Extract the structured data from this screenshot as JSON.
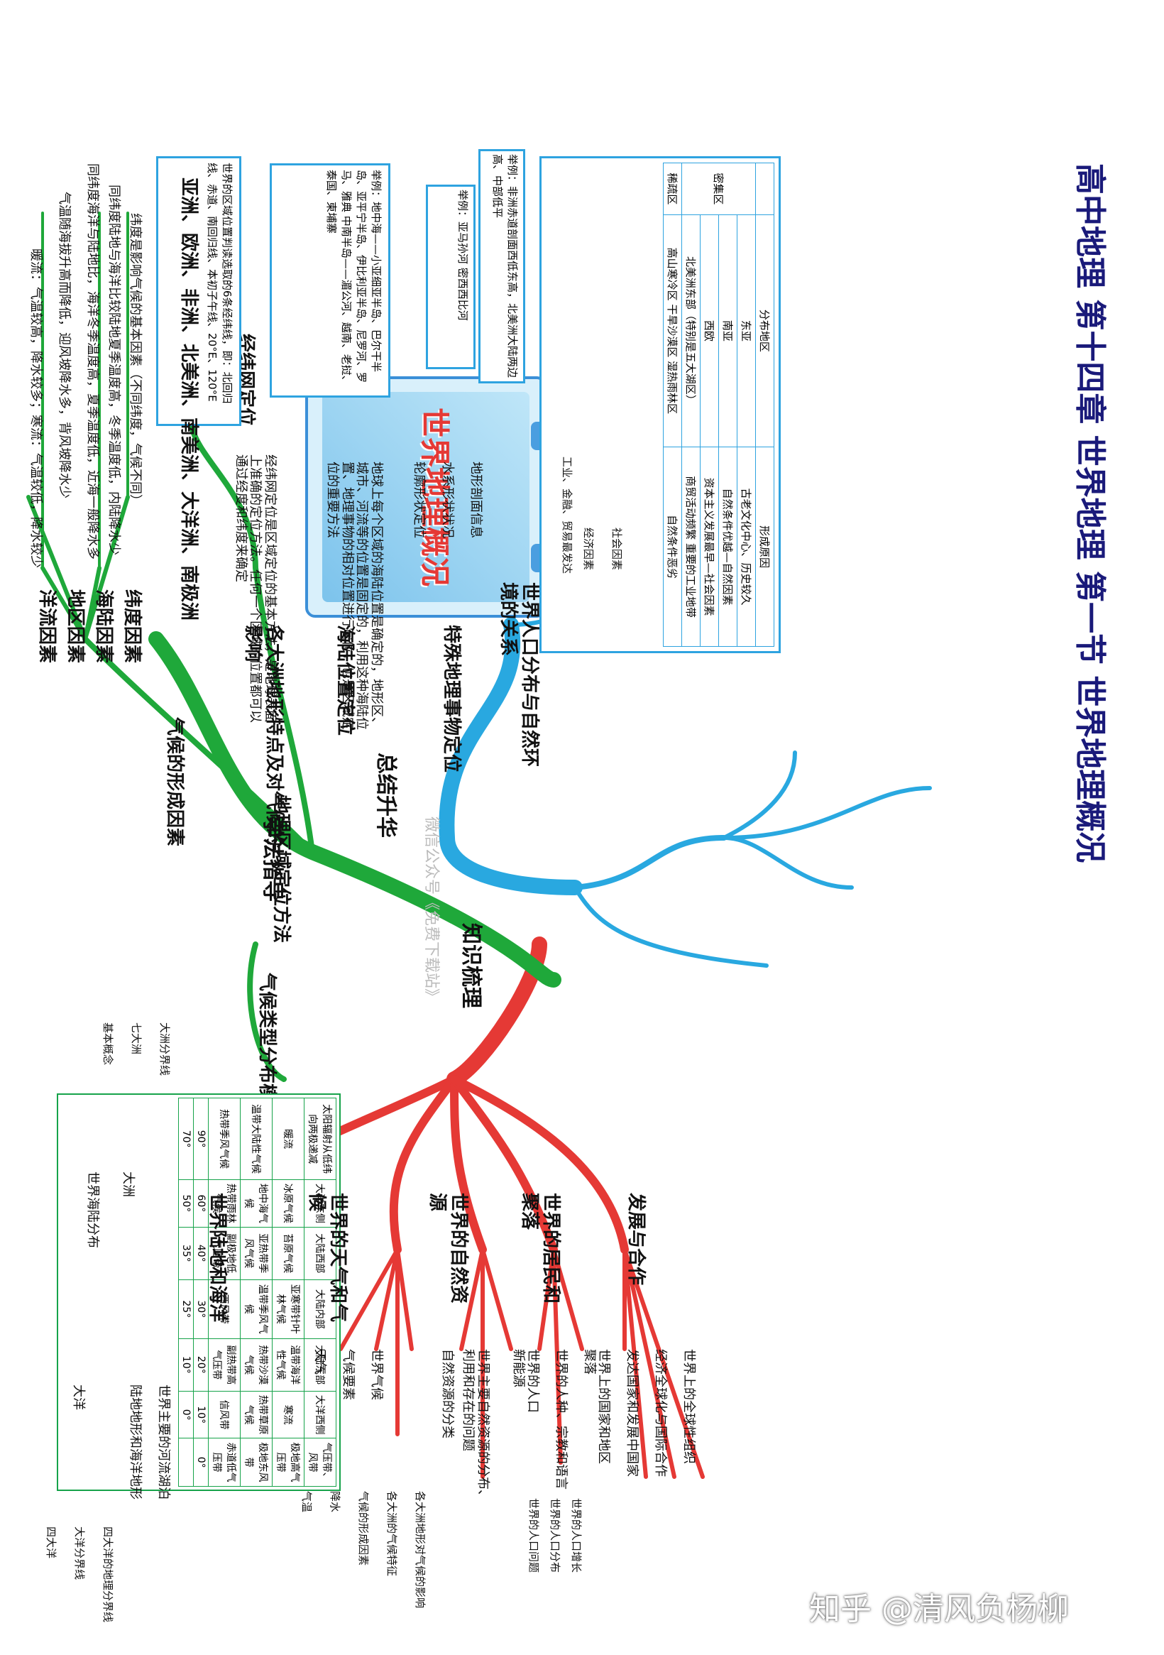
{
  "title": {
    "main": "高中地理 第十四章 世界地理 第一节 世界地理概况"
  },
  "center": {
    "label": "世界地理概况"
  },
  "branches": {
    "summary": "总结升华",
    "knowledge": "知识梳理",
    "method": "学法指导"
  },
  "summary": {
    "geo_method": "地理区域定位方法",
    "grid": "经纬网定位",
    "grid_note": "世界的区域位置判读选取的6条经纬线，即：北回归线、赤道、南回归线、本初子午线、20°E、120°E",
    "grid_desc": "经纬网定位是区域定位的基本方法，是地球表面上准确的定位方法。任何一个区域的位置都可以通过经度和纬度来确定",
    "sea_land": "海陆位置定位",
    "sea_land_example": "举例：地中海——小亚细亚半岛、巴尔干半岛、亚平宁半岛、伊比利亚半岛、尼罗河、罗马、雅典 中南半岛——湄公河、越南、老挝、泰国、柬埔寨",
    "sea_land_desc": "地球上每个区域的海陆位置是确定的，地形区、城市、河流等的位置是固定的，利用这种海陆位置、地理事物的相对位置进行定位，也是区域定位的重要方法",
    "feature": "特殊地理事物定位",
    "feature_items": [
      "轮廓形状定位",
      "水系形状状况",
      "地形剖面信息"
    ],
    "feature_ex1": "举例：亚马孙河 密西西比河",
    "feature_ex2": "举例：非洲赤道剖面西低东高，北美洲大陆两边高、中部低平",
    "population": "世界人口分布与自然环境的关系"
  },
  "population_table": {
    "header": [
      "分布地区",
      "形成原因"
    ],
    "dense_label": "密集区",
    "sparse_label": "稀疏区",
    "rows": [
      {
        "region": "东亚",
        "reason": "古老文化中心、历史较久"
      },
      {
        "region": "南亚",
        "reason": "自然条件优越—自然因素"
      },
      {
        "region": "西欧",
        "reason": "资本主义发展最早—社会因素"
      },
      {
        "region": "北美洲东部（特别是五大湖区）",
        "reason": "商贸活动频繁 重要的工业地带"
      },
      {
        "region": "高山寒冷区 干旱沙漠区 湿热雨林区",
        "reason": "自然条件恶劣"
      }
    ],
    "social": "社会因素",
    "economic": "经济因素",
    "industry": "工业、金融、贸易最发达"
  },
  "method": {
    "continent": "各大洲地形特点及对气候的影响",
    "continents": "亚洲、欧洲、非洲、北美洲、南美洲、大洋洲、南极洲",
    "climate": "气候的形成因素",
    "factors": [
      "纬度因素",
      "海陆因素",
      "地区因素",
      "洋流因素"
    ],
    "factor_notes": [
      "纬度是影响气候的基本因素（不同纬度，气候不同）",
      "同纬度陆地与海洋比较陆地夏季温度高，冬季温度低，内陆降水少",
      "同纬度海洋与陆地比，海洋冬季温度高，夏季温度低，近海一般降水多",
      "气温随海拔升高而降低，迎风坡降水多，背风坡降水少",
      "暖流：气温较高，降水较多；寒流：气温较低，降水较少"
    ],
    "pattern": "气候类型分布模式图"
  },
  "climate_table": {
    "header": [
      "大洋东侧",
      "大陆西部",
      "大陆内部",
      "大陆东部",
      "大洋西侧",
      "气压带、风带"
    ],
    "left_label": "太阳辐射从低纬向两极递减",
    "lat_left": [
      "90°",
      "60°",
      "40°",
      "30°",
      "20°",
      "10°",
      "0°"
    ],
    "lat_right": [
      "70°",
      "50°",
      "35°",
      "25°",
      "10°",
      "0°"
    ],
    "warm": "暖流",
    "cold": "寒流",
    "zones": [
      "冰原气候",
      "苔原气候",
      "亚寒带针叶林气候",
      "温带海洋性气候",
      "温带大陆性气候",
      "地中海气候",
      "亚热带季风气候",
      "温带季风气候",
      "热带沙漠气候",
      "热带草原气候",
      "热带季风气候",
      "热带雨林气候"
    ],
    "belts": [
      "极地高气压带",
      "极地东风带",
      "副极地低气压带",
      "西风带",
      "副热带高气压带",
      "信风带",
      "赤道低气压带"
    ]
  },
  "knowledge": {
    "sea_land": "世界陆地和海洋",
    "sea_land_items": [
      "世界海陆分布",
      "大洲",
      "大洋",
      "陆地地形和海洋地形",
      "世界主要的河流湖泊"
    ],
    "continent_sub": [
      "基本概念",
      "七大洲",
      "大洲分界线"
    ],
    "ocean_sub": [
      "四大洋",
      "大洋分界线",
      "四大洋的地理分界线"
    ],
    "climate": "世界的天气和气候",
    "climate_items": [
      "天气",
      "气候要素",
      "世界气候",
      "气温",
      "降水",
      "气候的形成因素",
      "各大洲的气候特征",
      "各大洲地形对气候的影响"
    ],
    "resources": "世界的自然资源",
    "resource_items": [
      "自然资源的分类",
      "世界主要自然资源的分布、利用和存在的问题",
      "新能源"
    ],
    "population": "世界的居民和聚落",
    "population_items": [
      "世界的人口",
      "世界的人种、宗教和语言",
      "聚落",
      "世界的人口问题",
      "世界的人口分布",
      "世界的人口增长"
    ],
    "development": "发展与合作",
    "development_items": [
      "世界上的国家和地区",
      "发达国家和发展中国家",
      "经济全球化与国际合作",
      "世界上的全球性组织"
    ]
  },
  "watermark": "微信公众号《免费下载站》",
  "credit": "知乎 @清风负杨柳",
  "colors": {
    "summary": "#29a8e0",
    "knowledge": "#e53935",
    "method": "#1fa83a",
    "title": "#1a1a7a"
  }
}
